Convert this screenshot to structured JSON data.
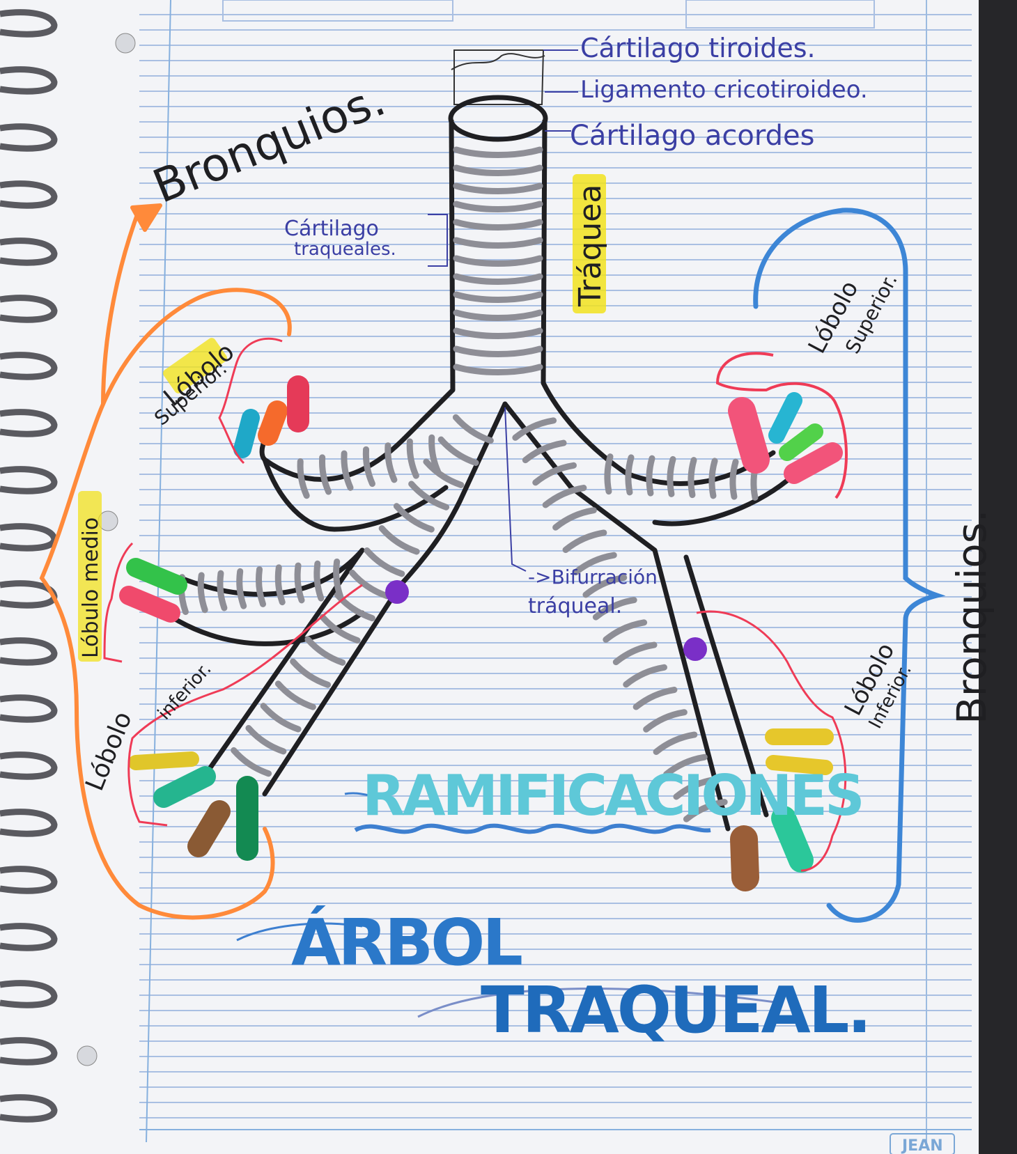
{
  "title": {
    "line1": "ÁRBOL",
    "line2": "TRAQUEAL."
  },
  "subtitle": "RAMIFICACIONES",
  "labels": {
    "bronquios_left": "Bronquios.",
    "bronquios_right": "Bronquios.",
    "cartilago_tiroides": "Cártilago tiroides.",
    "ligamento": "Ligamento cricotiroideo.",
    "cartilago_acordes": "Cártilago acordes",
    "cartilago_traqueales_1": "Cártilago",
    "cartilago_traqueales_2": "traqueales.",
    "traquea": "Tráquea",
    "bifurcacion_1": "->Bifurración",
    "bifurcacion_2": "tráqueal.",
    "left_superior_1": "Lóbolo",
    "left_superior_2": "Superior.",
    "left_medio": "Lóbulo medio",
    "left_inferior_1": "Lóbolo",
    "left_inferior_2": "inferior.",
    "right_superior_1": "Lóbolo",
    "right_superior_2": "Superior.",
    "right_inferior_1": "Lóbolo",
    "right_inferior_2": "Inferior.",
    "brand": "JEAN"
  },
  "colors": {
    "paper": "#f4f5f8",
    "rule": "#9fb6dc",
    "margin": "#8fb4dc",
    "ink_blue": "#3b3fa4",
    "ink_black": "#1f1f22",
    "cartilage": "#8e8e96",
    "orange": "#ff8a3a",
    "blue_bracket": "#3d86d6",
    "red_bracket": "#ef3b56",
    "highlight_yellow": "#f1e21e",
    "title_blue": "#2b6fc6",
    "ramif_cyan": "#5ec8d8",
    "purple_dot": "#7a2fc7"
  }
}
